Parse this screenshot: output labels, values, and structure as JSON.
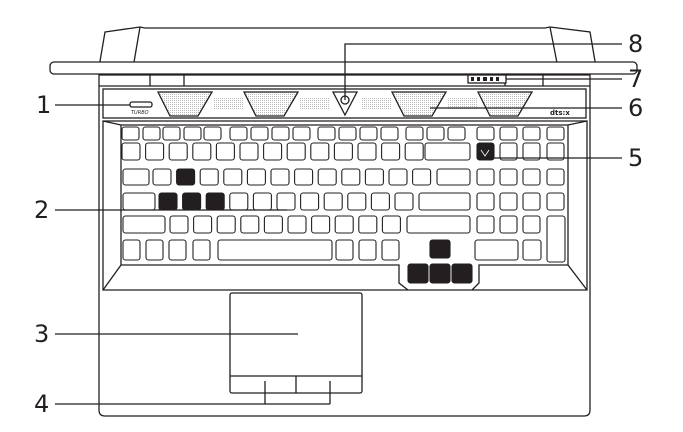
{
  "callouts": [
    {
      "label": "1"
    },
    {
      "label": "2"
    },
    {
      "label": "3"
    },
    {
      "label": "4"
    },
    {
      "label": "5"
    },
    {
      "label": "6"
    },
    {
      "label": "7"
    },
    {
      "label": "8"
    }
  ],
  "markings": {
    "turbo_label": "TURBO",
    "audio_logo": "dts:x"
  },
  "colors": {
    "line": "#231f20",
    "background": "#ffffff"
  }
}
